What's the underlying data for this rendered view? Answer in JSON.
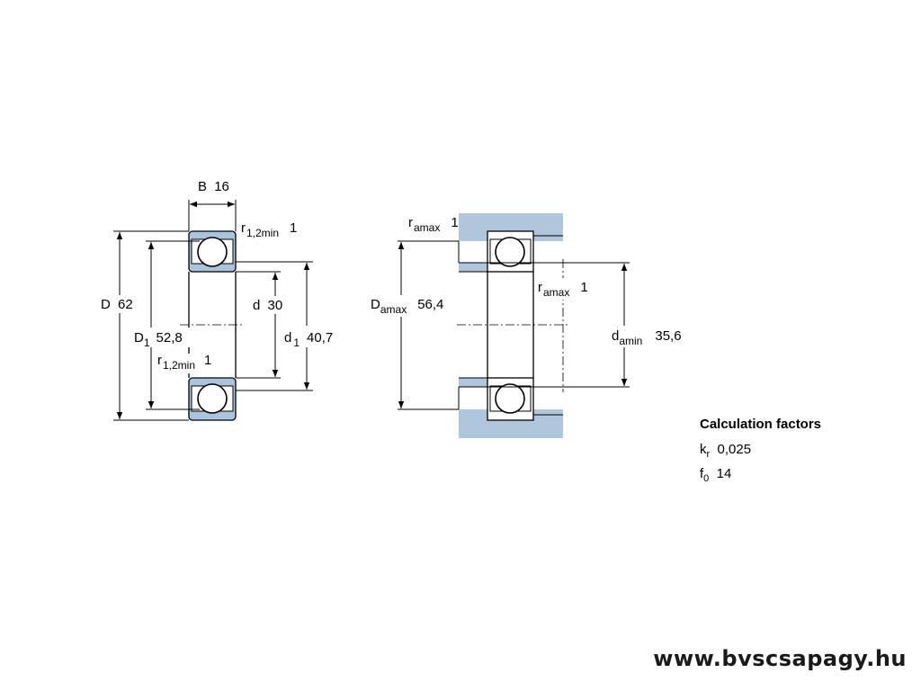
{
  "left_view": {
    "B": {
      "symbol": "B",
      "value": "16"
    },
    "D": {
      "symbol": "D",
      "value": "62"
    },
    "D1": {
      "symbol": "D",
      "sub": "1",
      "value": "52,8"
    },
    "d": {
      "symbol": "d",
      "value": "30"
    },
    "d1": {
      "symbol": "d",
      "sub": "1",
      "value": "40,7"
    },
    "r_top": {
      "symbol": "r",
      "sub": "1,2min",
      "value": "1"
    },
    "r_mid": {
      "symbol": "r",
      "sub": "1,2min",
      "value": "1"
    }
  },
  "right_view": {
    "ra_top": {
      "symbol": "r",
      "sub": "amax",
      "value": "1"
    },
    "ra_mid": {
      "symbol": "r",
      "sub": "amax",
      "value": "1"
    },
    "Da": {
      "symbol": "D",
      "sub": "amax",
      "value": "56,4"
    },
    "da": {
      "symbol": "d",
      "sub": "amin",
      "value": "35,6"
    }
  },
  "factors": {
    "heading": "Calculation factors",
    "kr": {
      "symbol": "k",
      "sub": "r",
      "value": "0,025"
    },
    "f0": {
      "symbol": "f",
      "sub": "0",
      "value": "14"
    }
  },
  "website": "www.bvscsapagy.hu",
  "colors": {
    "steel_blue": "#a9c4dc",
    "housing_blue": "#afc6dc"
  }
}
